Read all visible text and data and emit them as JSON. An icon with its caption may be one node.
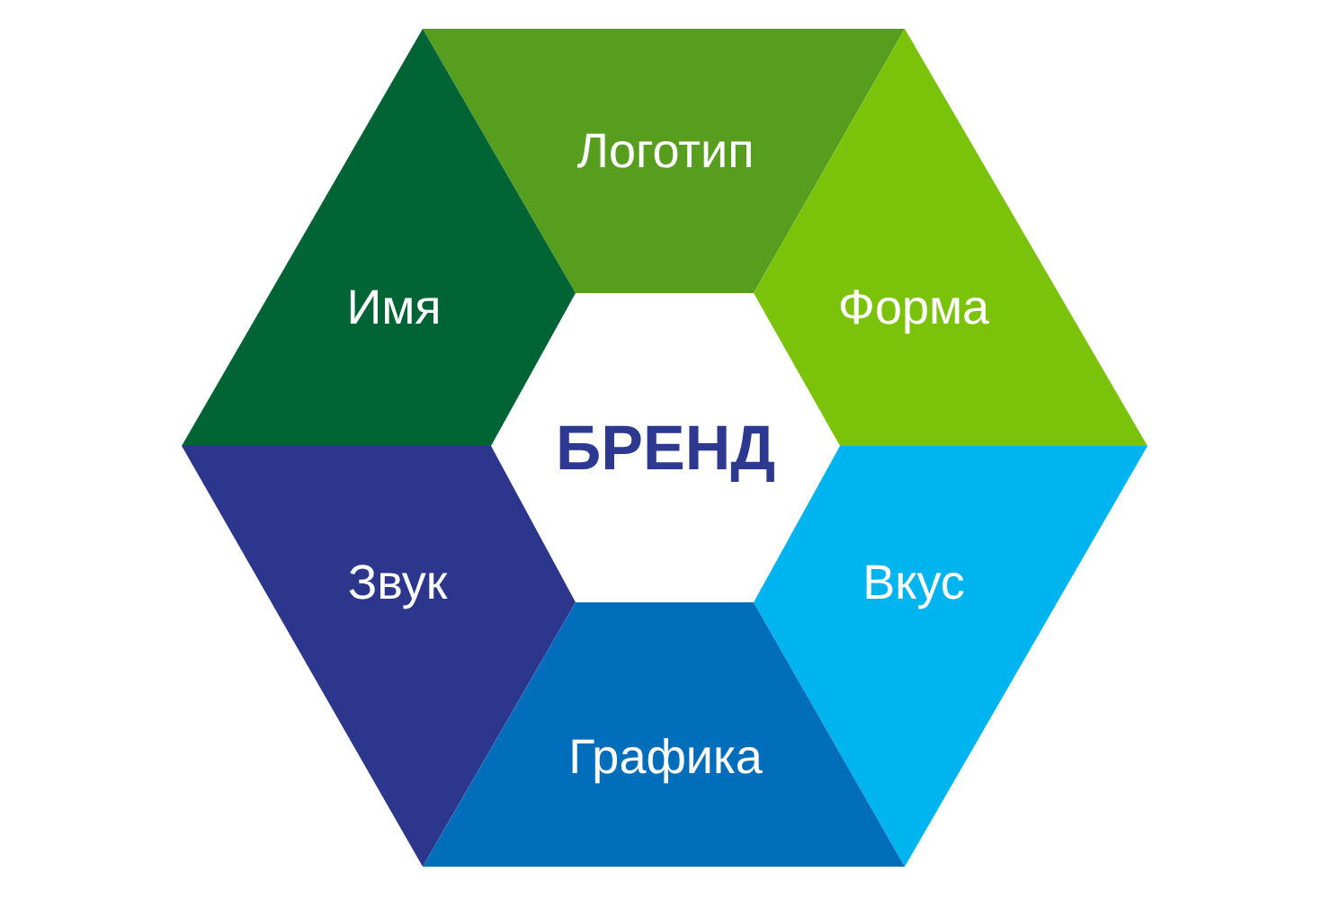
{
  "diagram": {
    "nodes": [
      {
        "text": [
          "Логотип"
        ]
      },
      {
        "text": [
          "Имя"
        ]
      },
      {
        "text": [
          "Форма"
        ]
      },
      {
        "text": [
          "БРЕНД"
        ]
      },
      {
        "text": [
          "Звук"
        ]
      },
      {
        "text": [
          "Вкус"
        ]
      },
      {
        "text": [
          "Графика"
        ]
      }
    ]
  }
}
